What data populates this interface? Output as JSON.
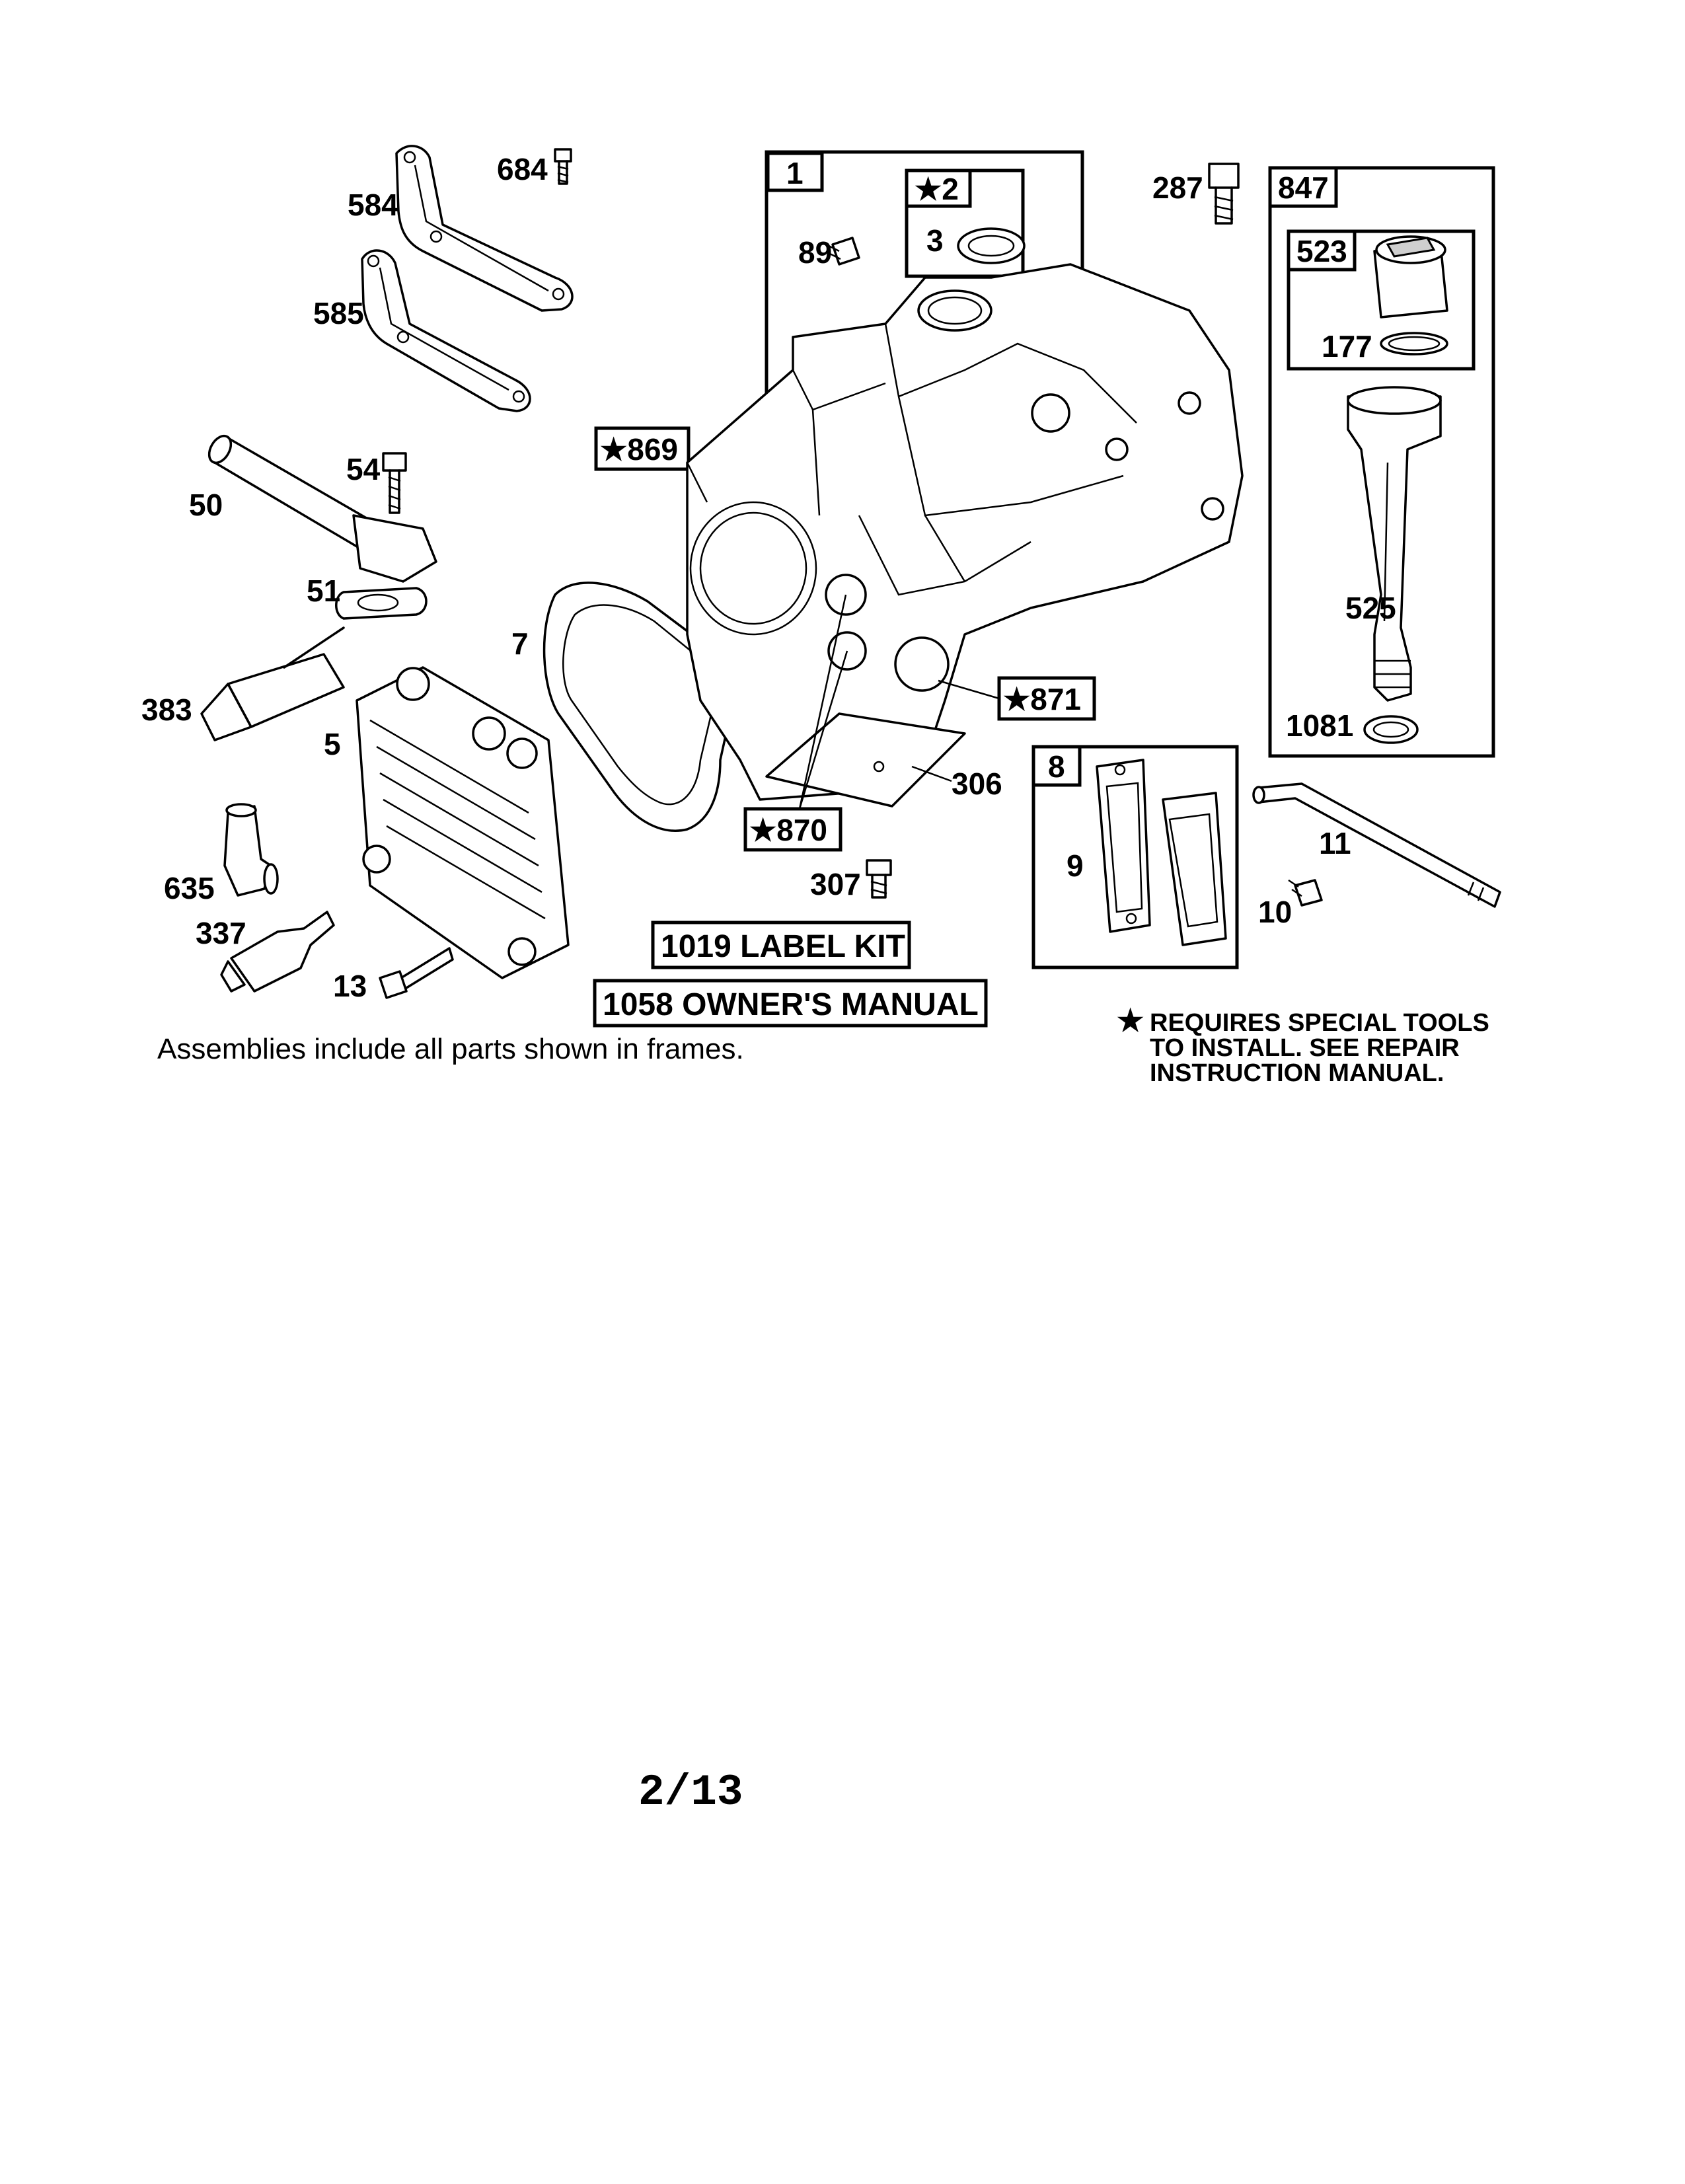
{
  "callouts": {
    "c684": "684",
    "c584": "584",
    "c585": "585",
    "c54": "54",
    "c50": "50",
    "c51": "51",
    "c383": "383",
    "c7": "7",
    "c5": "5",
    "c635": "635",
    "c337": "337",
    "c13": "13",
    "c89": "89",
    "c3": "3",
    "c306": "306",
    "c307": "307",
    "c287": "287",
    "c177": "177",
    "c525": "525",
    "c1081": "1081",
    "c9": "9",
    "c11": "11",
    "c10": "10"
  },
  "boxed_labels": {
    "b1": "1",
    "b2": "★2",
    "b869": "★869",
    "b871": "★871",
    "b870": "★870",
    "b847": "847",
    "b523": "523",
    "b8": "8"
  },
  "kits": {
    "label_kit": "1019 LABEL KIT",
    "owners_manual": "1058 OWNER'S MANUAL"
  },
  "notes": {
    "assemblies": "Assemblies include all parts shown in frames.",
    "special_tools_star": "★",
    "special_tools_1": "REQUIRES SPECIAL TOOLS",
    "special_tools_2": "TO INSTALL.  SEE REPAIR",
    "special_tools_3": "INSTRUCTION MANUAL."
  },
  "page_number": "2/13"
}
